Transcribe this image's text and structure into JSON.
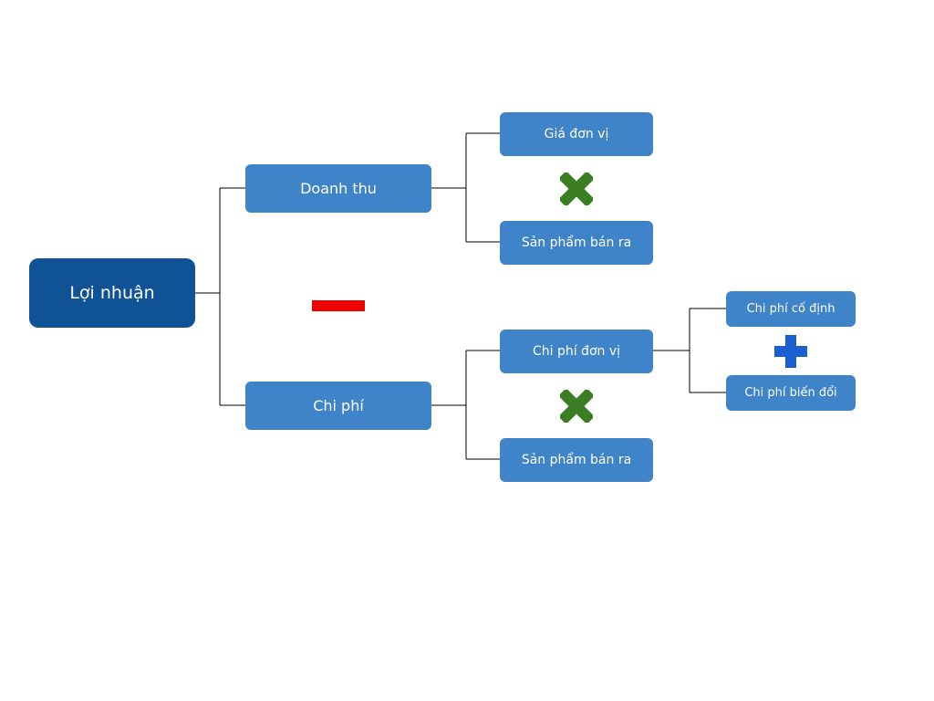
{
  "nodes": {
    "root": "Lợi nhuận",
    "revenue": "Doanh thu",
    "cost": "Chi phí",
    "unit_price": "Giá đơn vị",
    "units_sold_1": "Sản phẩm bán ra",
    "unit_cost": "Chi phí đơn vị",
    "units_sold_2": "Sản phẩm bán ra",
    "fixed_cost": "Chi phí cố định",
    "variable_cost": "Chi phí biến đổi"
  },
  "operators": {
    "profit": "minus",
    "revenue": "multiply",
    "cost": "multiply",
    "unit_cost": "plus"
  },
  "colors": {
    "root": "#0f5296",
    "node": "#3f83c9",
    "minus": "#ee0000",
    "multiply": "#3a7d23",
    "plus": "#1a5fd1",
    "connector": "#000000"
  }
}
